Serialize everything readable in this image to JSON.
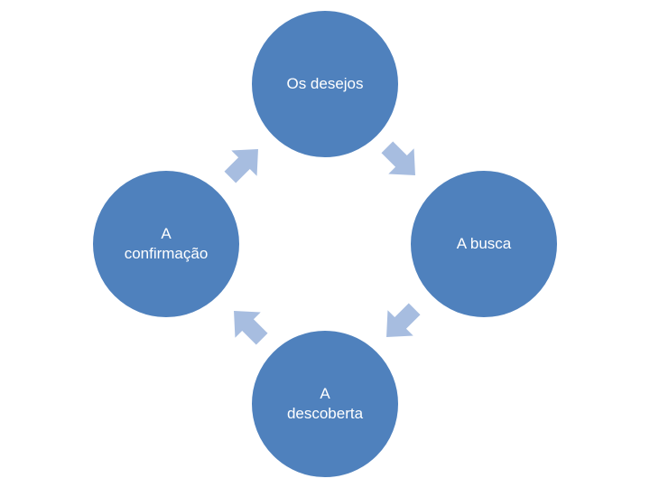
{
  "diagram": {
    "type": "cycle",
    "colors": {
      "node_fill": "#4f81bd",
      "node_text": "#ffffff",
      "arrow_fill": "#a7bde0"
    },
    "nodes": [
      {
        "label": "Os desejos"
      },
      {
        "label": "A busca"
      },
      {
        "label": "A\ndescoberta"
      },
      {
        "label": "A\nconfirmação"
      }
    ],
    "arrows": [
      {
        "from": 0,
        "to": 1
      },
      {
        "from": 1,
        "to": 2
      },
      {
        "from": 2,
        "to": 3
      },
      {
        "from": 3,
        "to": 0
      }
    ]
  }
}
